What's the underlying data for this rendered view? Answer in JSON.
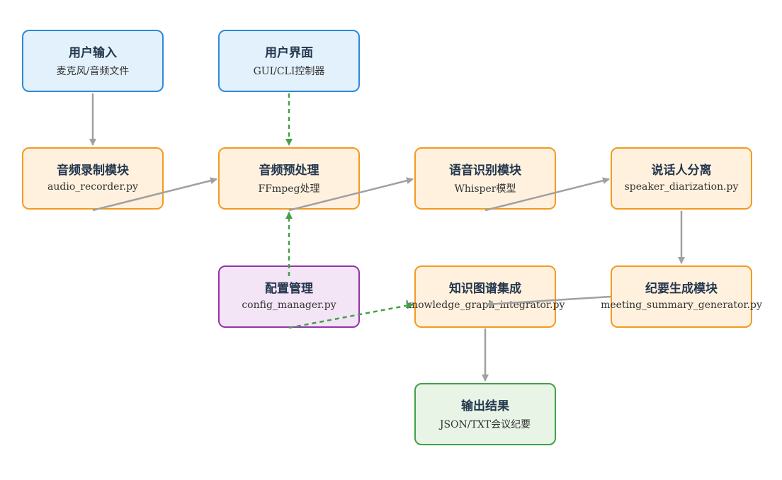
{
  "nodes": {
    "user_input": {
      "title": "用户输入",
      "sub": "麦克风/音频文件"
    },
    "user_ui": {
      "title": "用户界面",
      "sub": "GUI/CLI控制器"
    },
    "audio_recorder": {
      "title": "音频录制模块",
      "sub": "audio_recorder.py"
    },
    "audio_preprocess": {
      "title": "音频预处理",
      "sub": "FFmpeg处理"
    },
    "speech_recog": {
      "title": "语音识别模块",
      "sub": "Whisper模型"
    },
    "speaker_diar": {
      "title": "说话人分离",
      "sub": "speaker_diarization.py"
    },
    "config_mgr": {
      "title": "配置管理",
      "sub": "config_manager.py"
    },
    "knowledge_graph": {
      "title": "知识图谱集成",
      "sub": "knowledge_graph_integrator.py"
    },
    "summary_gen": {
      "title": "纪要生成模块",
      "sub": "meeting_summary_generator.py"
    },
    "output": {
      "title": "输出结果",
      "sub": "JSON/TXT会议纪要"
    }
  },
  "colors": {
    "edge_solid": "#a0a0a0",
    "edge_dashed": "#43a047",
    "input_fill": "#e3f1fc",
    "input_border": "#2e8ad8",
    "process_fill": "#fff1de",
    "process_border": "#f39a20",
    "config_fill": "#f3e4f6",
    "config_border": "#9433ad",
    "output_fill": "#e8f4e6",
    "output_border": "#43a047"
  }
}
